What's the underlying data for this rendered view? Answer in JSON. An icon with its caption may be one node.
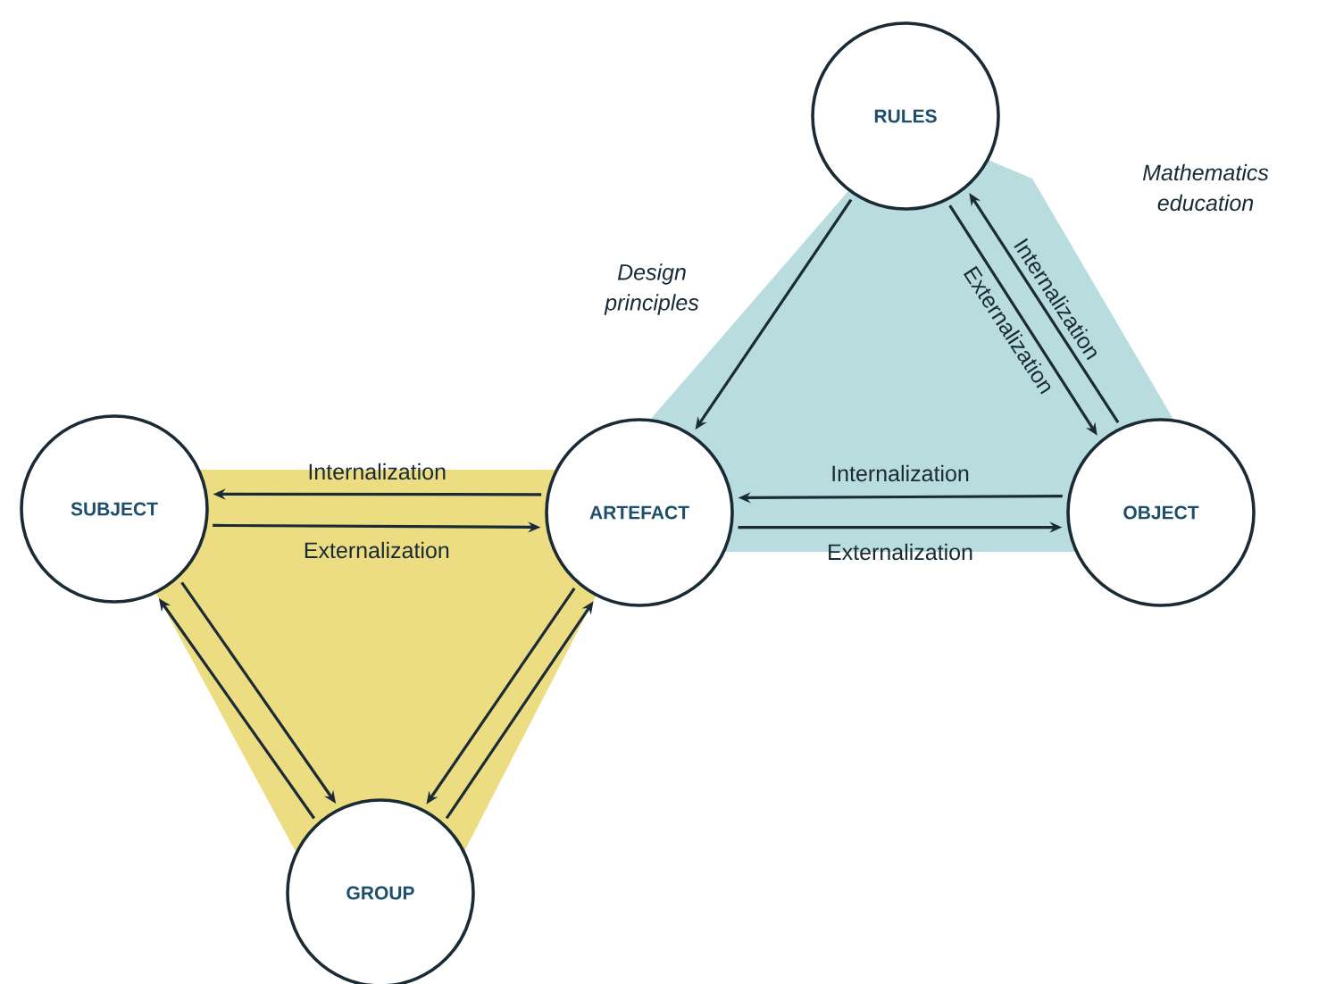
{
  "diagram": {
    "nodes": [
      {
        "text": [
          "RULES"
        ]
      },
      {
        "text": [
          "ARTEFACT"
        ]
      },
      {
        "text": [
          "OBJECT"
        ]
      },
      {
        "text": [
          "SUBJECT"
        ]
      },
      {
        "text": [
          "GROUP"
        ]
      }
    ],
    "edges": [
      {
        "from": 0,
        "to": 1,
        "arrow": "to"
      },
      {
        "from": 2,
        "to": 0,
        "arrow": "to",
        "label": "Internalization"
      },
      {
        "from": 0,
        "to": 2,
        "arrow": "to",
        "label": "Externalization"
      },
      {
        "from": 2,
        "to": 1,
        "arrow": "to",
        "label": "Internalization"
      },
      {
        "from": 1,
        "to": 2,
        "arrow": "to",
        "label": "Externalization"
      },
      {
        "from": 1,
        "to": 3,
        "arrow": "to",
        "label": "Internalization"
      },
      {
        "from": 3,
        "to": 1,
        "arrow": "to",
        "label": "Externalization"
      },
      {
        "from": 3,
        "to": 4,
        "arrow": "to"
      },
      {
        "from": 4,
        "to": 3,
        "arrow": "to"
      },
      {
        "from": 1,
        "to": 4,
        "arrow": "to"
      },
      {
        "from": 4,
        "to": 1,
        "arrow": "to"
      }
    ],
    "labels": [
      "Design principles",
      "Mathematics education"
    ]
  }
}
